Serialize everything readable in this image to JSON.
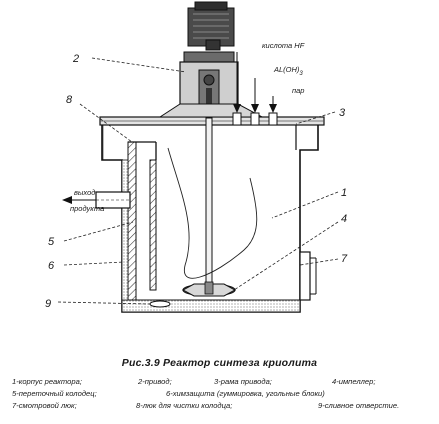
{
  "figure": {
    "callouts": {
      "c1": "1",
      "c2": "2",
      "c3": "3",
      "c4": "4",
      "c5": "5",
      "c6": "6",
      "c7": "7",
      "c8": "8",
      "c9": "9"
    },
    "inputs": {
      "acid": "кислота HF",
      "aluminium_hydroxide": "AL(OH)",
      "aluminium_hydroxide_subscript": "3",
      "steam": "пар"
    },
    "outlet": {
      "line1": "выход",
      "line2": "продукта"
    }
  },
  "caption": {
    "title": "Рис.3.9 Реактор синтеза криолита",
    "legend": {
      "item1": "1-корпус реактора;",
      "item2": "2-привод;",
      "item3": "3-рама привода;",
      "item4": "4-импеллер;",
      "item5": "5-переточный колодец;",
      "item6": "6-химзащита (гуммировка, угольные блоки)",
      "item7": "7-смотровой люк;",
      "item8": "8-люк для чистки колодца;",
      "item9": "9-сливное отверстие."
    }
  }
}
